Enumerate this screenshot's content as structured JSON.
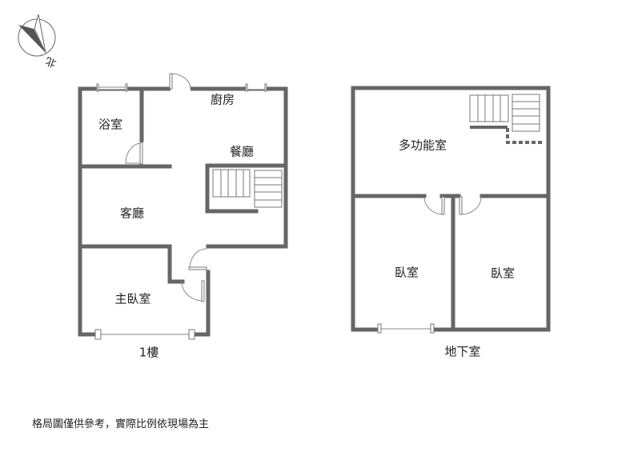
{
  "compass": {
    "label": "北"
  },
  "floor1": {
    "title": "1樓",
    "rooms": {
      "bathroom": "浴室",
      "kitchen": "廚房",
      "dining": "餐廳",
      "living": "客廳",
      "master_bedroom": "主臥室"
    }
  },
  "basement": {
    "title": "地下室",
    "rooms": {
      "multipurpose": "多功能室",
      "bedroom_left": "臥室",
      "bedroom_right": "臥室"
    }
  },
  "disclaimer": "格局圖僅供參考，實際比例依現場為主",
  "colors": {
    "wall": "#666666"
  }
}
